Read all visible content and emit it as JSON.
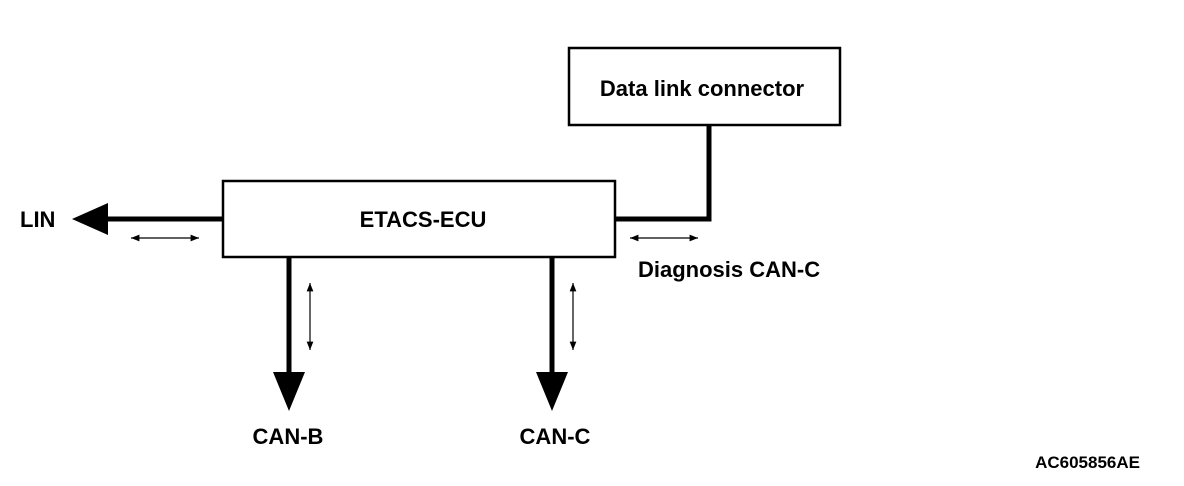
{
  "nodes": {
    "data_link_connector": "Data link connector",
    "etacs_ecu": "ETACS-ECU"
  },
  "buses": {
    "lin": "LIN",
    "can_b": "CAN-B",
    "can_c": "CAN-C",
    "diagnosis_can_c": "Diagnosis CAN-C"
  },
  "figure_id": "AC605856AE"
}
